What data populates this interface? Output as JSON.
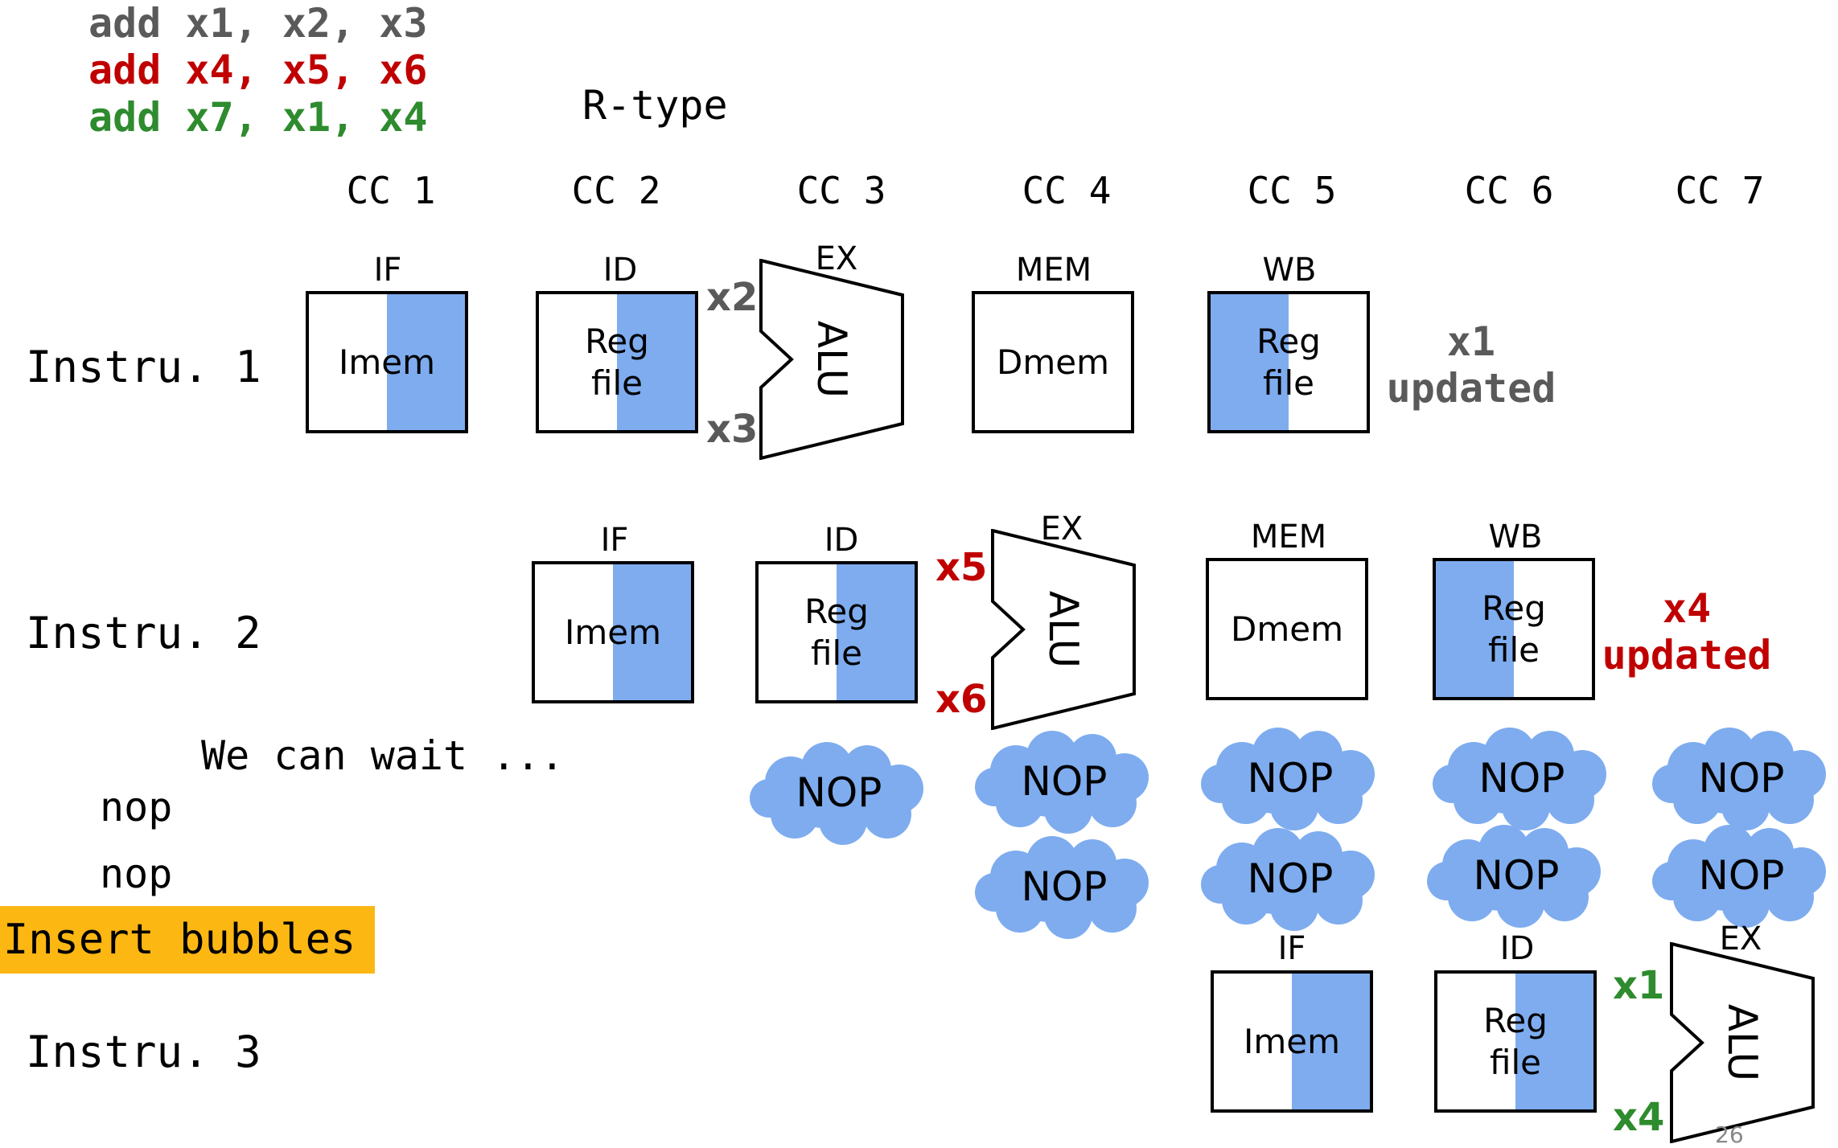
{
  "code": {
    "line1": {
      "text": "add x1, x2, x3",
      "color": "#5a5a5a"
    },
    "line2": {
      "text": "add x4, x5, x6",
      "color": "#c00000"
    },
    "line3": {
      "text": "add x7, x1, x4",
      "color": "#2e8b2e"
    }
  },
  "instruction_type": "R-type",
  "cycles": [
    "CC 1",
    "CC 2",
    "CC 3",
    "CC 4",
    "CC 5",
    "CC 6",
    "CC 7"
  ],
  "rows": {
    "instr1": {
      "label": "Instru. 1",
      "src1": "x2",
      "src2": "x3",
      "dest": "x1",
      "updated": "updated"
    },
    "instr2": {
      "label": "Instru. 2",
      "src1": "x5",
      "src2": "x6",
      "dest": "x4",
      "updated": "updated"
    },
    "instr3": {
      "label": "Instru. 3",
      "src1": "x1",
      "src2": "x4"
    }
  },
  "stages": {
    "if": "IF",
    "id": "ID",
    "ex": "EX",
    "mem": "MEM",
    "wb": "WB"
  },
  "units": {
    "imem": "Imem",
    "reg": "Reg",
    "file": "file",
    "alu": "ALU",
    "dmem": "Dmem"
  },
  "nop_label": "NOP",
  "note": "We can wait ...",
  "nop_instr": "nop",
  "insert_bubbles": "Insert bubbles",
  "page_number": "26",
  "colors": {
    "shade": "#7eacef",
    "cloud": "#7eacef",
    "instr1": "#5a5a5a",
    "instr2": "#c00000",
    "instr3": "#2e8b2e",
    "highlight": "#fcb713"
  }
}
